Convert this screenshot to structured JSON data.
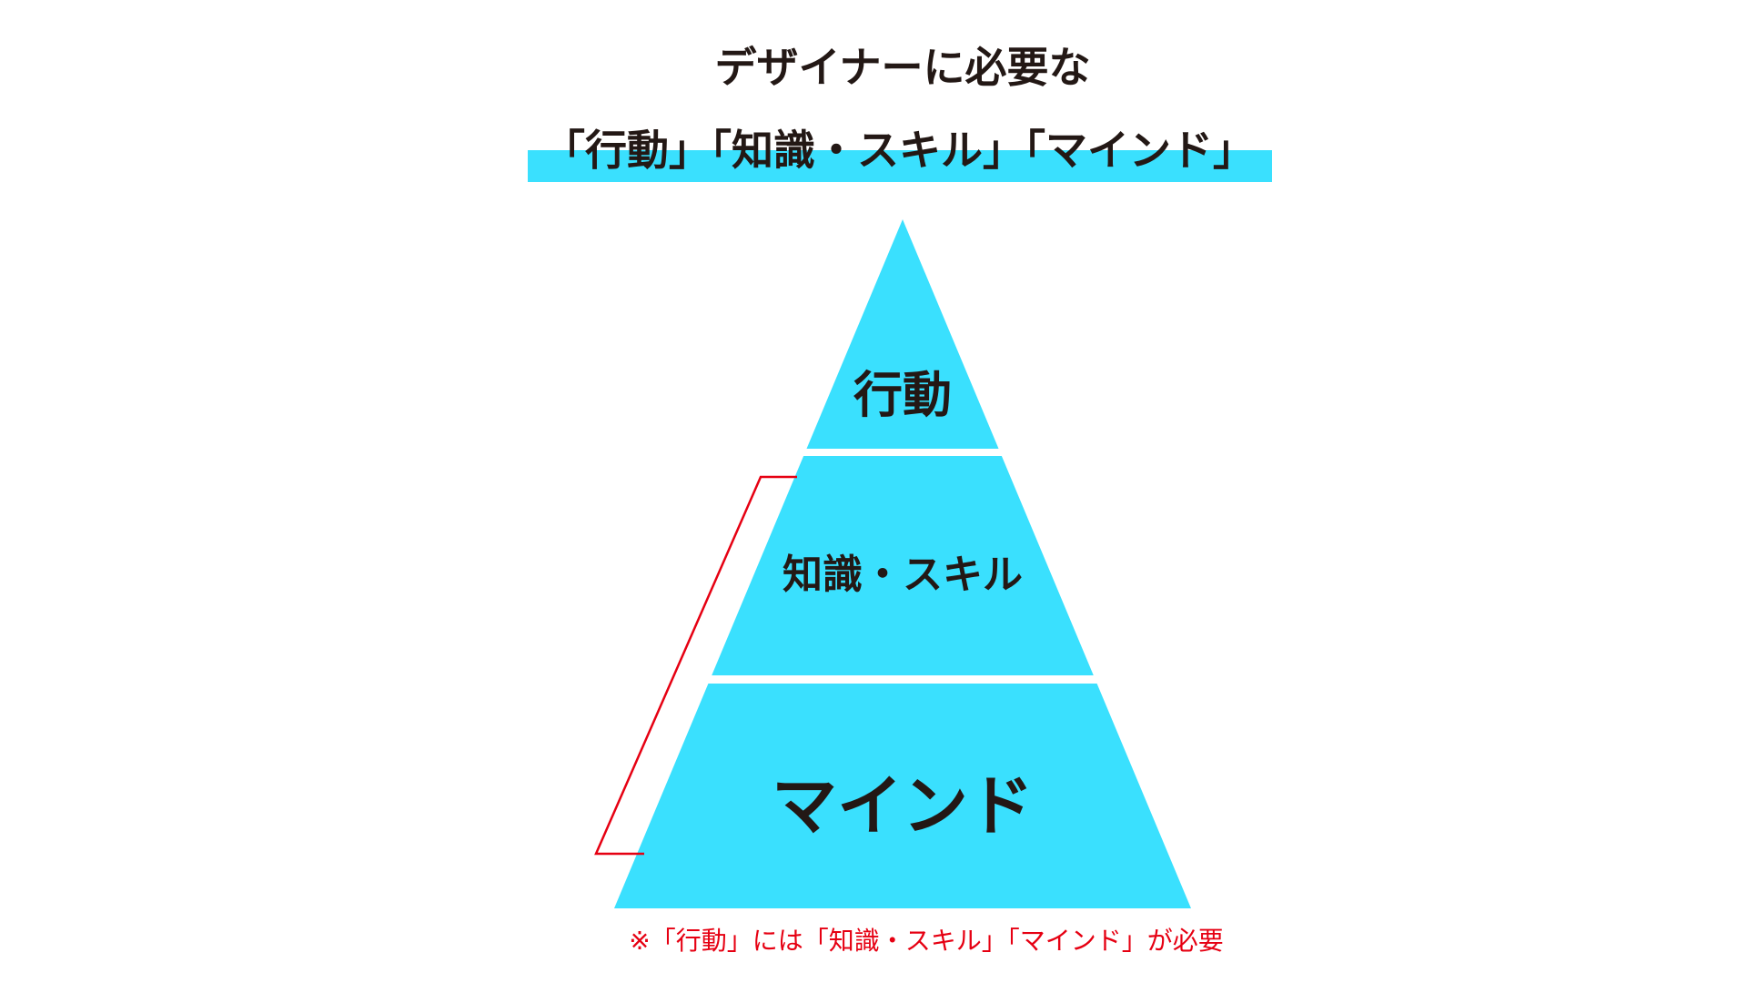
{
  "title": {
    "line1": "デザイナーに必要な",
    "line2": "「行動」「知識・スキル」「マインド」"
  },
  "pyramid": {
    "levels": [
      {
        "label": "行動"
      },
      {
        "label": "知識・スキル"
      },
      {
        "label": "マインド"
      }
    ]
  },
  "footnote": "※「行動」には「知識・スキル」「マインド」が必要",
  "colors": {
    "accent": "#3ae0fe",
    "text": "#231815",
    "note": "#e60012"
  }
}
